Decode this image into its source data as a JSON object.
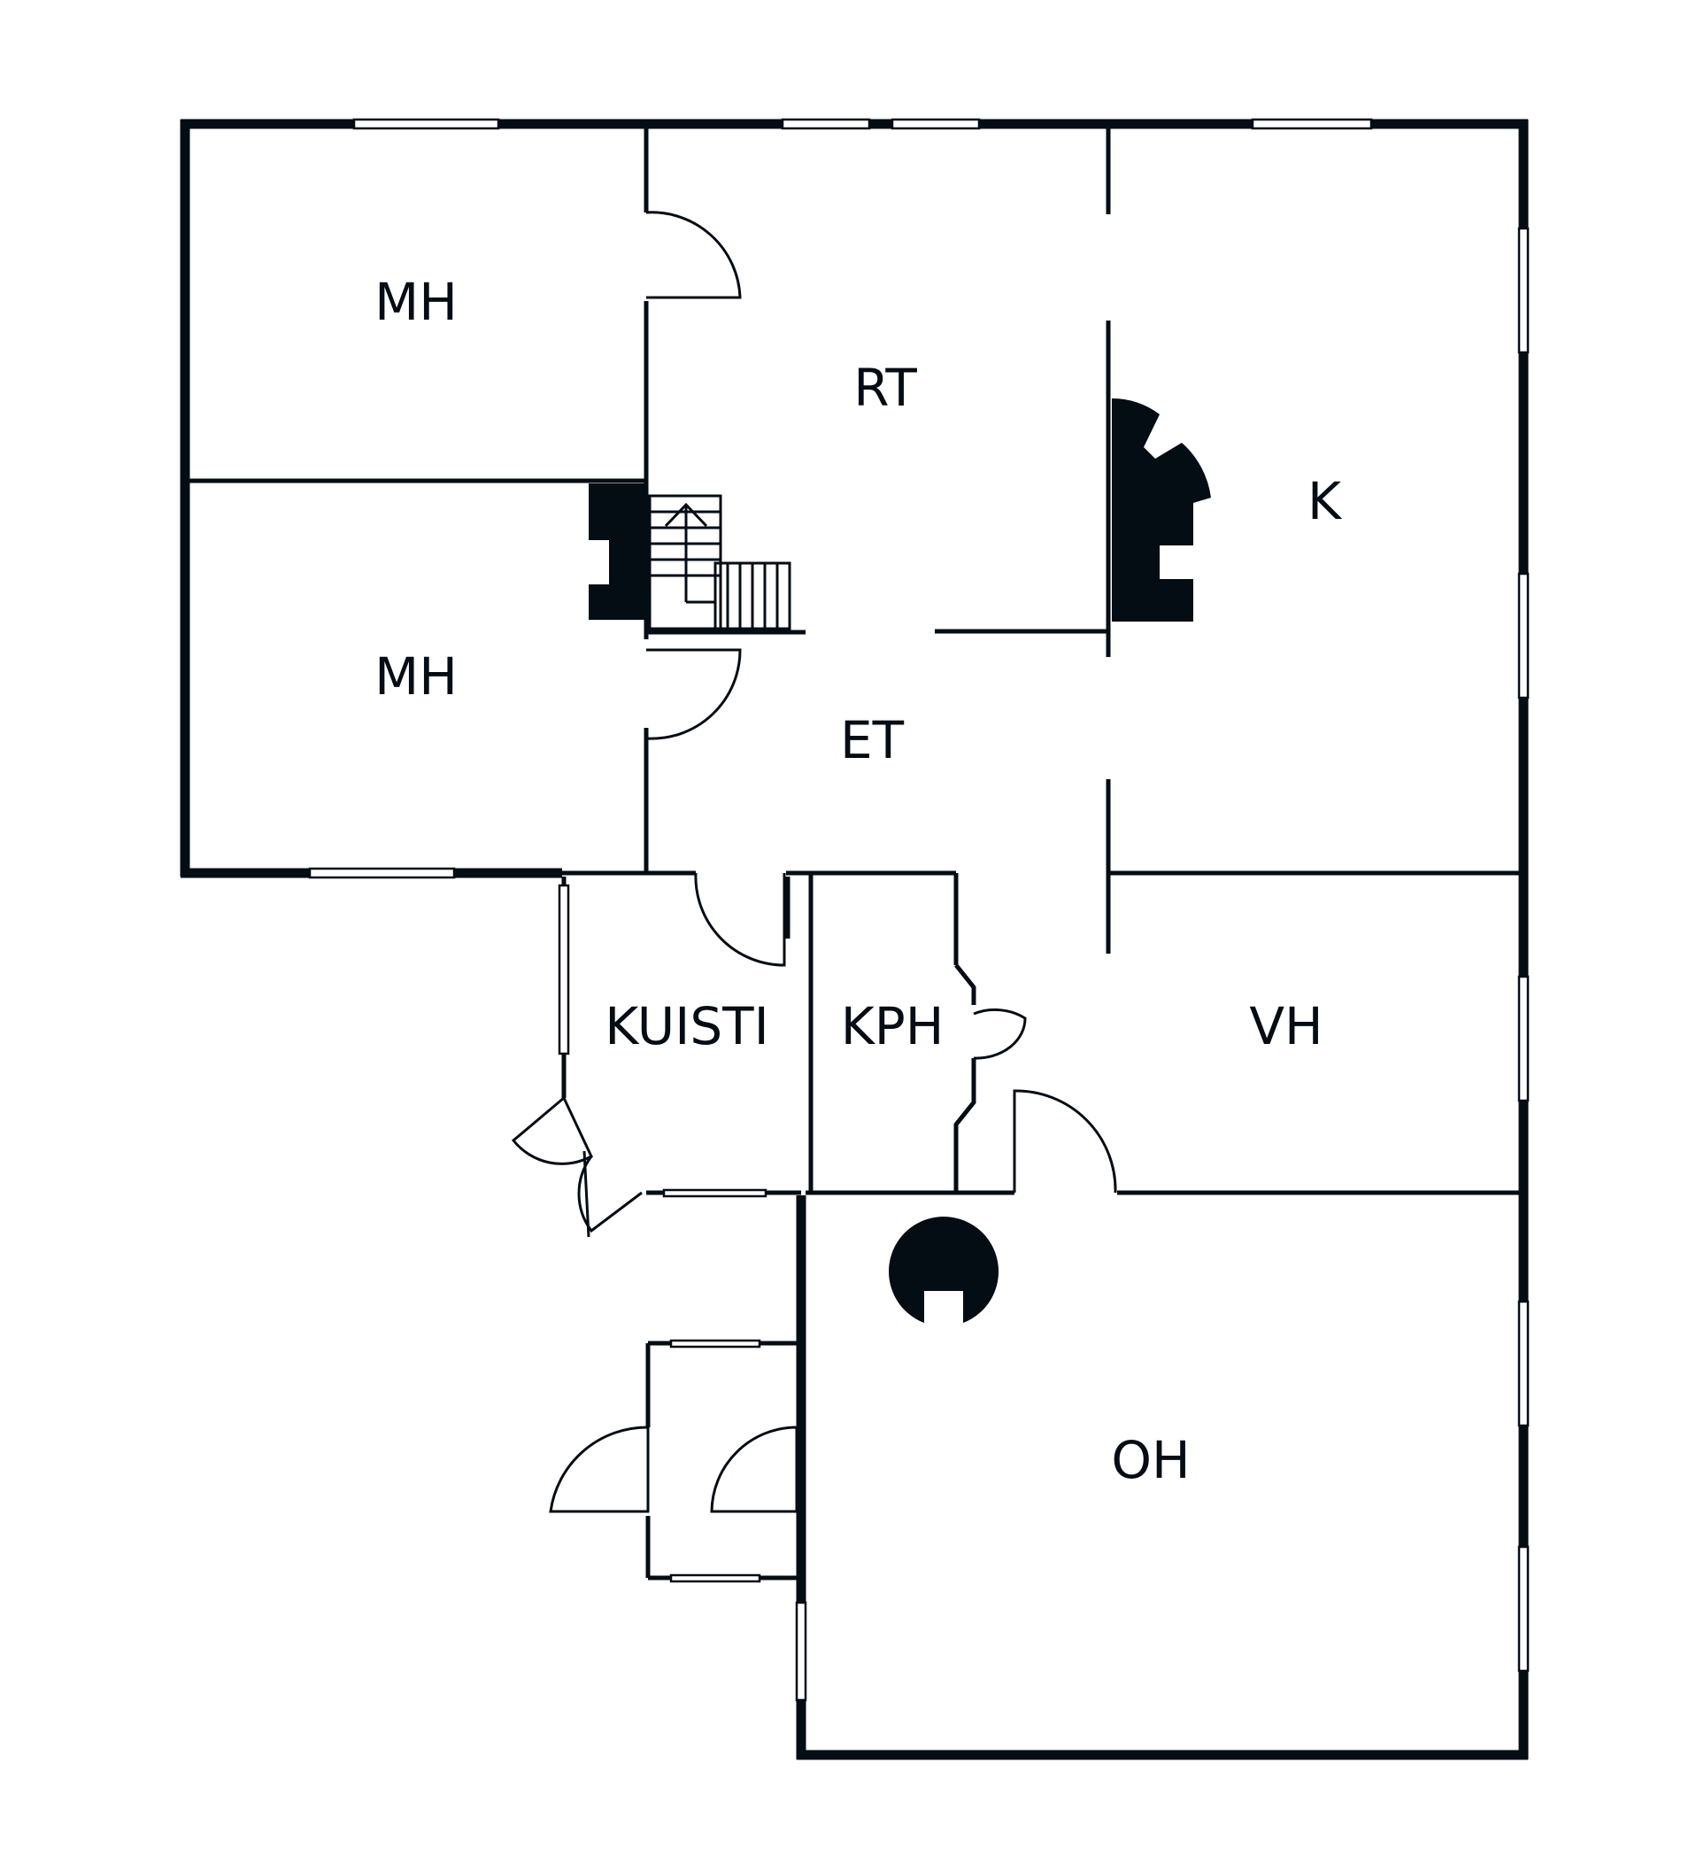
{
  "plan": {
    "rooms": [
      {
        "id": "mh1",
        "label": "MH"
      },
      {
        "id": "mh2",
        "label": "MH"
      },
      {
        "id": "rt",
        "label": "RT"
      },
      {
        "id": "k",
        "label": "K"
      },
      {
        "id": "et",
        "label": "ET"
      },
      {
        "id": "kuisti",
        "label": "KUISTI"
      },
      {
        "id": "kph",
        "label": "KPH"
      },
      {
        "id": "vh",
        "label": "VH"
      },
      {
        "id": "oh",
        "label": "OH"
      }
    ]
  },
  "colors": {
    "wall": "#040c14",
    "background": "#ffffff"
  }
}
